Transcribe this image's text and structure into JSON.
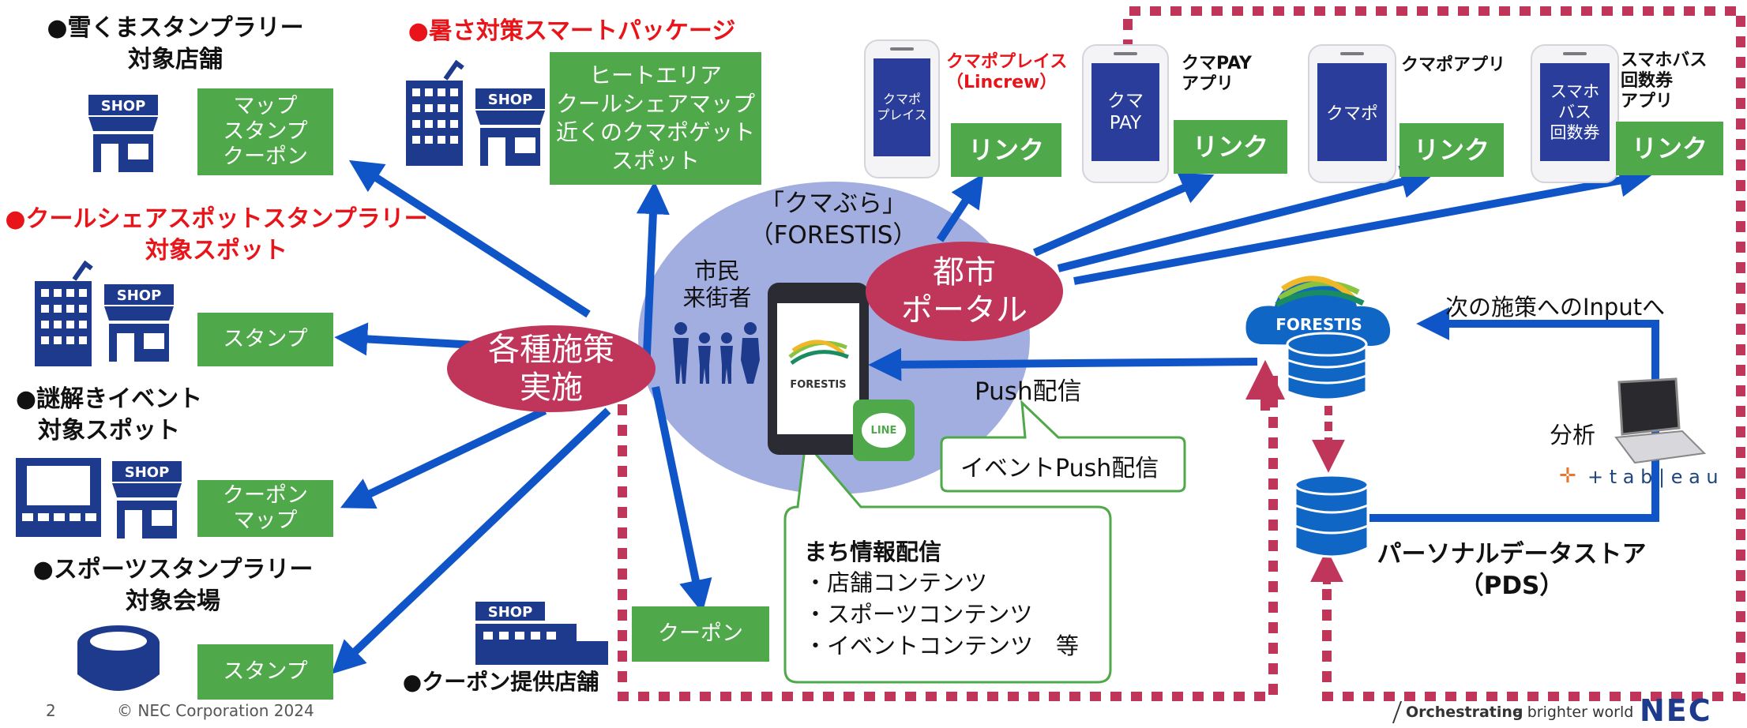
{
  "shop_icon_text": "SHOP",
  "left_groups": [
    {
      "title": "●雪くまスタンプラリー\n対象店舗",
      "box": "マップ\nスタンプ\nクーポン"
    },
    {
      "title": "●クールシェアスポットスタンプラリー\n対象スポット",
      "box": "スタンプ"
    },
    {
      "title": "●謎解きイベント\n対象スポット",
      "box": "クーポン\nマップ"
    },
    {
      "title": "●スポーツスタンプラリー\n対象会場",
      "box": "スタンプ"
    }
  ],
  "heat": {
    "title": "●暑さ対策スマートパッケージ",
    "box": "ヒートエリア\nクールシェアマップ\n近くのクマポゲット\nスポット"
  },
  "coupon": {
    "box": "クーポン",
    "shop_label": "●クーポン提供店舗"
  },
  "kumabura": "「クマぶら」\n（FORESTIS）",
  "citizens": "市民\n来街者",
  "measures_oval": "各種施策\n実施",
  "portal_oval": "都市\nポータル",
  "forestis_logo": "FORESTIS",
  "line_badge": "LINE",
  "apps": [
    {
      "screen": "クマポ\nプレイス",
      "name": "クマポプレイス\n（Lincrew）",
      "link": "リンク",
      "name_color": "#e8141a"
    },
    {
      "screen": "クマ\nPAY",
      "name": "クマPAY\nアプリ",
      "link": "リンク",
      "name_color": "#111111"
    },
    {
      "screen": "クマポ",
      "name": "クマポアプリ",
      "link": "リンク",
      "name_color": "#111111"
    },
    {
      "screen": "スマホ\nバス\n回数券",
      "name": "スマホバス\n回数券\nアプリ",
      "link": "リンク",
      "name_color": "#111111"
    }
  ],
  "push_label": "Push配信",
  "event_push": "イベントPush配信",
  "machi": {
    "title": "まち情報配信",
    "items": [
      "・店舗コンテンツ",
      "・スポーツコンテンツ",
      "・イベントコンテンツ　等"
    ]
  },
  "next_input": "次の施策へのInputへ",
  "analysis": "分析",
  "tableau": "+ t a b | e a u",
  "pds": "パーソナルデータストア\n（PDS）",
  "footer": {
    "page": "2",
    "copyright": "© NEC Corporation 2024",
    "tagline_bold": "Orchestrating",
    "tagline_rest": " a brighter world",
    "logo": "NEC"
  },
  "colors": {
    "arrow_blue": "#1055c8",
    "green": "#4fa84a",
    "oval_red": "#c0355a",
    "dashed_border": "#c0355a",
    "ellipse_lavender": "#a3aee0"
  }
}
